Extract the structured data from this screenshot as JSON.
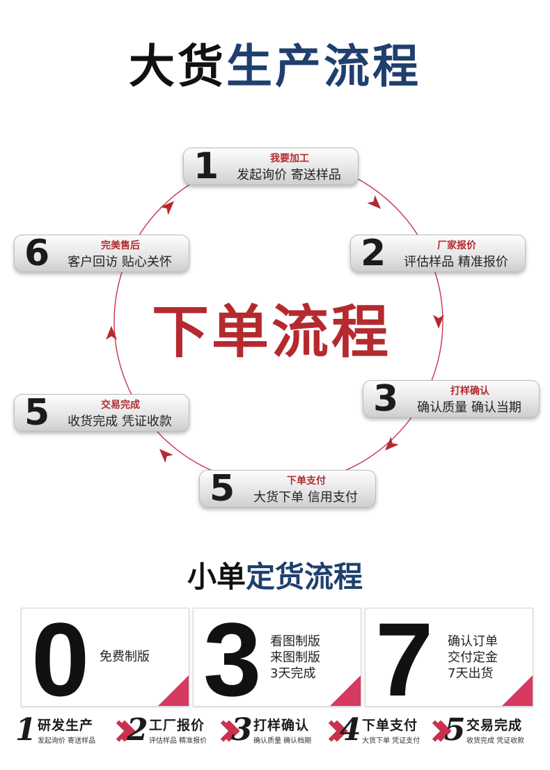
{
  "title_main": {
    "dark": "大货",
    "blue": "生产流程"
  },
  "center_text": "下单流程",
  "steps": [
    {
      "num": "1",
      "head": "我要加工",
      "desc": "发起询价 寄送样品"
    },
    {
      "num": "2",
      "head": "厂家报价",
      "desc": "评估样品 精准报价"
    },
    {
      "num": "3",
      "head": "打样确认",
      "desc": "确认质量  确认当期"
    },
    {
      "num": "5",
      "head": "下单支付",
      "desc": "大货下单  信用支付"
    },
    {
      "num": "5",
      "head": "交易完成",
      "desc": "收货完成  凭证收款"
    },
    {
      "num": "6",
      "head": "完美售后",
      "desc": "客户回访 贴心关怀"
    }
  ],
  "title_sub": {
    "dark": "小单",
    "blue": "定货流程"
  },
  "cards": [
    {
      "num": "0",
      "lines": [
        "免费制版"
      ]
    },
    {
      "num": "3",
      "lines": [
        "看图制版",
        "来图制版",
        "3天完成"
      ]
    },
    {
      "num": "7",
      "lines": [
        "确认订单",
        "交付定金",
        "7天出货"
      ]
    }
  ],
  "flow": [
    {
      "num": "1",
      "title": "研发生产",
      "sub": "发起询价 寄送样品"
    },
    {
      "num": "2",
      "title": "工厂报价",
      "sub": "评估样品 精准报价"
    },
    {
      "num": "3",
      "title": "打样确认",
      "sub": "确认质量 确认档期"
    },
    {
      "num": "4",
      "title": "下单支付",
      "sub": "大货下单 凭证支付"
    },
    {
      "num": "5",
      "title": "交易完成",
      "sub": "收货完成 凭证收款"
    }
  ],
  "colors": {
    "accent_red": "#b42a2f",
    "title_blue": "#1f3f6e",
    "corner_pink": "#d63a61",
    "arrow_red": "#c8324e"
  }
}
